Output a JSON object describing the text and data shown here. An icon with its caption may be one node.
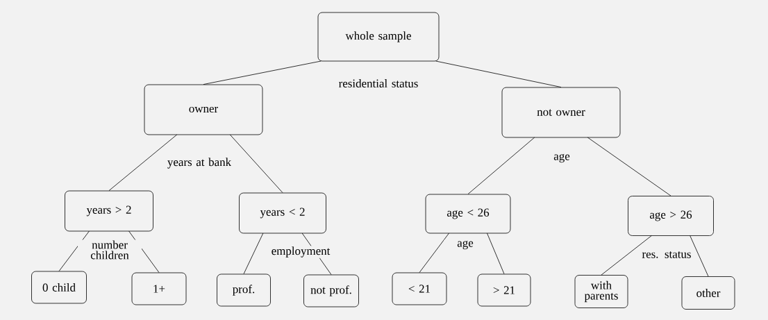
{
  "diagram": {
    "nodes": [
      {
        "text": [
          "whole sample"
        ]
      },
      {
        "text": [
          "owner"
        ]
      },
      {
        "text": [
          "not owner"
        ]
      },
      {
        "text": [
          "years > 2"
        ]
      },
      {
        "text": [
          "years < 2"
        ]
      },
      {
        "text": [
          "age < 26"
        ]
      },
      {
        "text": [
          "age > 26"
        ]
      },
      {
        "text": [
          "0 child"
        ]
      },
      {
        "text": [
          "1+"
        ]
      },
      {
        "text": [
          "prof."
        ]
      },
      {
        "text": [
          "not prof."
        ]
      },
      {
        "text": [
          "< 21"
        ]
      },
      {
        "text": [
          "> 21"
        ]
      },
      {
        "text": [
          "with parents"
        ]
      },
      {
        "text": [
          "other"
        ]
      }
    ],
    "edges": [
      {
        "from": 0,
        "to": 1,
        "arrow": "none"
      },
      {
        "from": 0,
        "to": 2,
        "arrow": "none"
      },
      {
        "from": 1,
        "to": 3,
        "arrow": "none"
      },
      {
        "from": 1,
        "to": 4,
        "arrow": "none"
      },
      {
        "from": 2,
        "to": 5,
        "arrow": "none"
      },
      {
        "from": 2,
        "to": 6,
        "arrow": "none"
      },
      {
        "from": 3,
        "to": 7,
        "arrow": "none"
      },
      {
        "from": 3,
        "to": 8,
        "arrow": "none"
      },
      {
        "from": 4,
        "to": 9,
        "arrow": "none"
      },
      {
        "from": 4,
        "to": 10,
        "arrow": "none"
      },
      {
        "from": 5,
        "to": 11,
        "arrow": "none"
      },
      {
        "from": 5,
        "to": 12,
        "arrow": "none"
      },
      {
        "from": 6,
        "to": 13,
        "arrow": "none"
      },
      {
        "from": 6,
        "to": 14,
        "arrow": "none"
      }
    ],
    "labels": [
      "residential status",
      "years at bank",
      "number children",
      "employment",
      "age",
      "age",
      "res. status"
    ]
  }
}
